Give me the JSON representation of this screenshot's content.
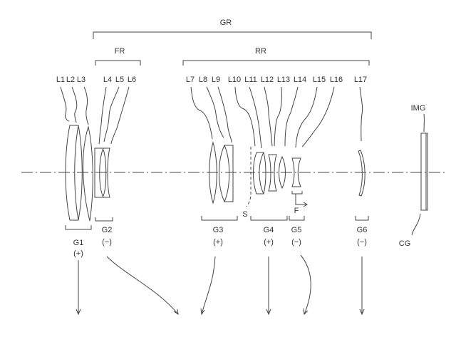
{
  "groups_top": {
    "gr": "GR",
    "fr": "FR",
    "rr": "RR"
  },
  "lenses": [
    "L1",
    "L2",
    "L3",
    "L4",
    "L5",
    "L6",
    "L7",
    "L8",
    "L9",
    "L10",
    "L11",
    "L12",
    "L13",
    "L14",
    "L15",
    "L16",
    "L17"
  ],
  "groups": [
    {
      "name": "G1",
      "sign": "(+)"
    },
    {
      "name": "G2",
      "sign": "(−)"
    },
    {
      "name": "G3",
      "sign": "(+)"
    },
    {
      "name": "G4",
      "sign": "(+)"
    },
    {
      "name": "G5",
      "sign": "(−)"
    },
    {
      "name": "G6",
      "sign": "(−)"
    }
  ],
  "stop_label": "S",
  "focus_label": "F",
  "image_label": "IMG",
  "cover_glass_label": "CG"
}
